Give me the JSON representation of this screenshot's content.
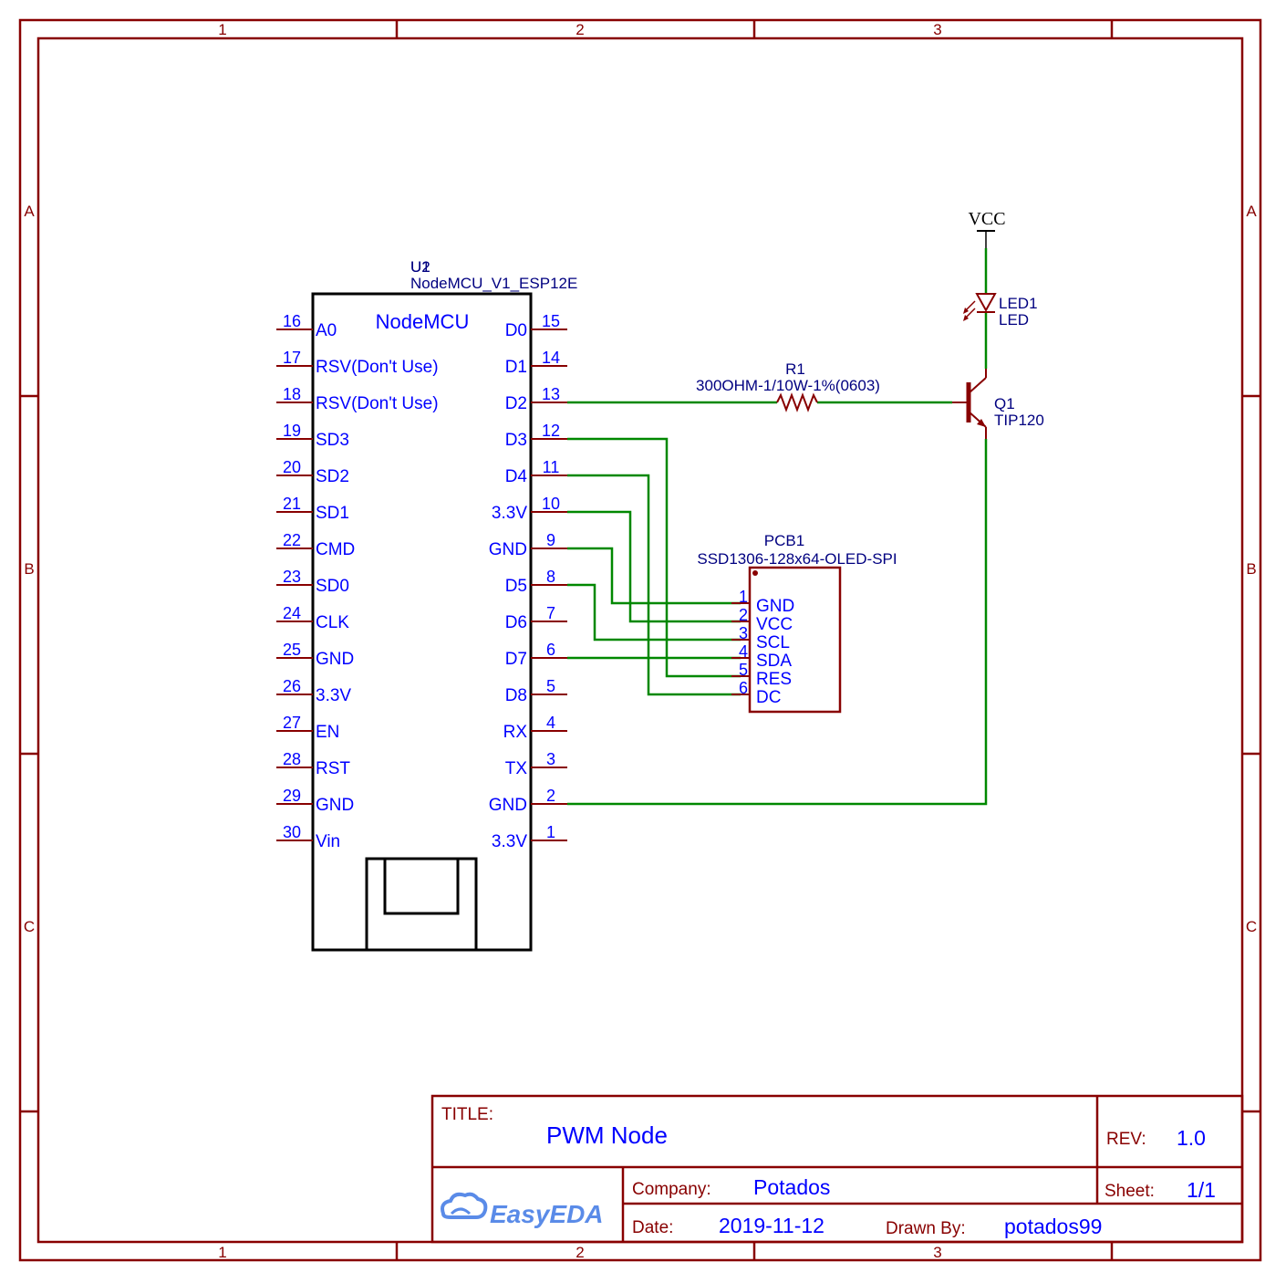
{
  "sheet": {
    "columns": [
      "1",
      "2",
      "3"
    ],
    "rows": [
      "A",
      "B",
      "C"
    ]
  },
  "colors": {
    "frame": "#880000",
    "wire": "#008800",
    "pin_text": "#0000ff",
    "component_text": "#000080",
    "body_outline": "#000000"
  },
  "nodemcu": {
    "designator": "U2",
    "designator_overlap": "U1",
    "part": "NodeMCU_V1_ESP12E",
    "body_label": "NodeMCU",
    "left_pins": [
      {
        "num": "16",
        "name": "A0"
      },
      {
        "num": "17",
        "name": "RSV(Don't Use)"
      },
      {
        "num": "18",
        "name": "RSV(Don't Use)"
      },
      {
        "num": "19",
        "name": "SD3"
      },
      {
        "num": "20",
        "name": "SD2"
      },
      {
        "num": "21",
        "name": "SD1"
      },
      {
        "num": "22",
        "name": "CMD"
      },
      {
        "num": "23",
        "name": "SD0"
      },
      {
        "num": "24",
        "name": "CLK"
      },
      {
        "num": "25",
        "name": "GND"
      },
      {
        "num": "26",
        "name": "3.3V"
      },
      {
        "num": "27",
        "name": "EN"
      },
      {
        "num": "28",
        "name": "RST"
      },
      {
        "num": "29",
        "name": "GND"
      },
      {
        "num": "30",
        "name": "Vin"
      }
    ],
    "right_pins": [
      {
        "num": "15",
        "name": "D0"
      },
      {
        "num": "14",
        "name": "D1"
      },
      {
        "num": "13",
        "name": "D2"
      },
      {
        "num": "12",
        "name": "D3"
      },
      {
        "num": "11",
        "name": "D4"
      },
      {
        "num": "10",
        "name": "3.3V"
      },
      {
        "num": "9",
        "name": "GND"
      },
      {
        "num": "8",
        "name": "D5"
      },
      {
        "num": "7",
        "name": "D6"
      },
      {
        "num": "6",
        "name": "D7"
      },
      {
        "num": "5",
        "name": "D8"
      },
      {
        "num": "4",
        "name": "RX"
      },
      {
        "num": "3",
        "name": "TX"
      },
      {
        "num": "2",
        "name": "GND"
      },
      {
        "num": "1",
        "name": "3.3V"
      }
    ]
  },
  "oled": {
    "designator": "PCB1",
    "part": "SSD1306-128x64-OLED-SPI",
    "pins": [
      {
        "num": "1",
        "name": "GND"
      },
      {
        "num": "2",
        "name": "VCC"
      },
      {
        "num": "3",
        "name": "SCL"
      },
      {
        "num": "4",
        "name": "SDA"
      },
      {
        "num": "5",
        "name": "RES"
      },
      {
        "num": "6",
        "name": "DC"
      }
    ]
  },
  "resistor": {
    "designator": "R1",
    "value": "300OHM-1/10W-1%(0603)"
  },
  "transistor": {
    "designator": "Q1",
    "part": "TIP120"
  },
  "led": {
    "designator": "LED1",
    "part": "LED"
  },
  "power": {
    "label": "VCC"
  },
  "title_block": {
    "title_label": "TITLE:",
    "title": "PWM Node",
    "rev_label": "REV:",
    "rev": "1.0",
    "company_label": "Company:",
    "company": "Potados",
    "sheet_label": "Sheet:",
    "sheet": "1/1",
    "date_label": "Date:",
    "date": "2019-11-12",
    "drawn_by_label": "Drawn By:",
    "drawn_by": "potados99",
    "logo": "EasyEDA"
  }
}
